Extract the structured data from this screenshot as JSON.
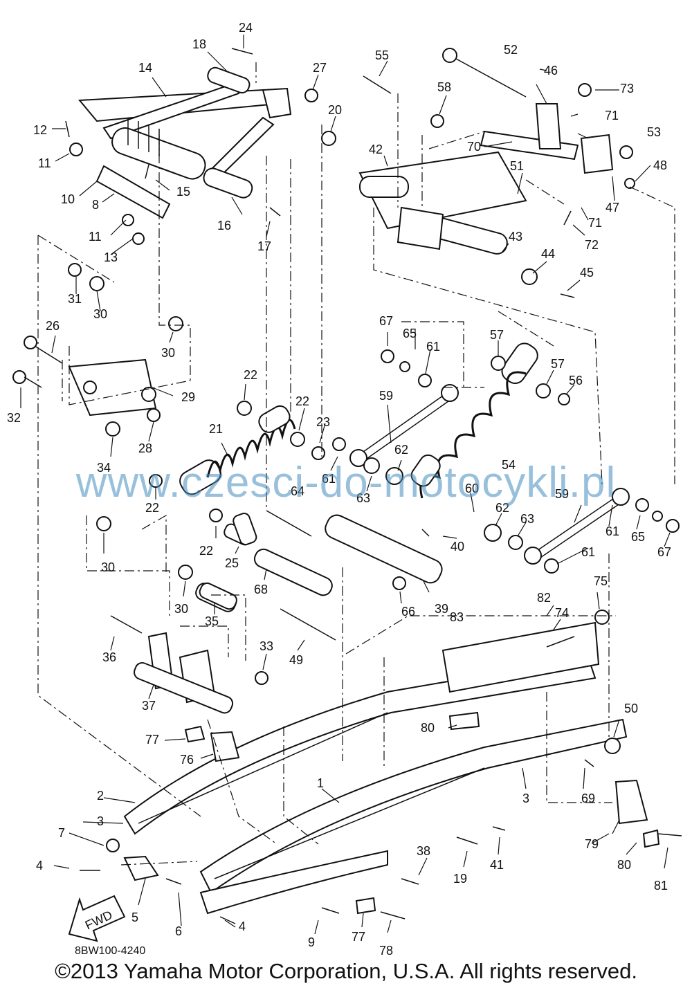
{
  "diagram": {
    "ref_code": "8BW100-4240",
    "copyright": "©2013 Yamaha Motor Corporation, U.S.A. All rights reserved.",
    "watermark": "www.czesci-do-motocykli.pl",
    "fwd_label": "FWD",
    "callouts": {
      "n1": "1",
      "n2": "2",
      "n3a": "3",
      "n3b": "3",
      "n4a": "4",
      "n4b": "4",
      "n5": "5",
      "n6": "6",
      "n7": "7",
      "n8": "8",
      "n9": "9",
      "n10": "10",
      "n11a": "11",
      "n11b": "11",
      "n12": "12",
      "n13": "13",
      "n14": "14",
      "n15": "15",
      "n16": "16",
      "n17": "17",
      "n18": "18",
      "n19": "19",
      "n20": "20",
      "n21": "21",
      "n22a": "22",
      "n22b": "22",
      "n22c": "22",
      "n22d": "22",
      "n23": "23",
      "n24": "24",
      "n25": "25",
      "n26": "26",
      "n27": "27",
      "n28": "28",
      "n29": "29",
      "n30a": "30",
      "n30b": "30",
      "n30c": "30",
      "n30d": "30",
      "n31": "31",
      "n32": "32",
      "n33": "33",
      "n34": "34",
      "n35": "35",
      "n36": "36",
      "n37": "37",
      "n38": "38",
      "n39": "39",
      "n40": "40",
      "n41": "41",
      "n42": "42",
      "n43": "43",
      "n44": "44",
      "n45": "45",
      "n46": "46",
      "n47": "47",
      "n48": "48",
      "n49": "49",
      "n50": "50",
      "n51": "51",
      "n52": "52",
      "n53": "53",
      "n54": "54",
      "n55": "55",
      "n56": "56",
      "n57a": "57",
      "n57b": "57",
      "n58": "58",
      "n59a": "59",
      "n59b": "59",
      "n60": "60",
      "n61a": "61",
      "n61b": "61",
      "n61c": "61",
      "n61d": "61",
      "n62a": "62",
      "n62b": "62",
      "n63a": "63",
      "n63b": "63",
      "n64": "64",
      "n65a": "65",
      "n65b": "65",
      "n66": "66",
      "n67a": "67",
      "n67b": "67",
      "n68": "68",
      "n69": "69",
      "n70": "70",
      "n71a": "71",
      "n71b": "71",
      "n72": "72",
      "n73": "73",
      "n74": "74",
      "n75": "75",
      "n76": "76",
      "n77a": "77",
      "n77b": "77",
      "n78": "78",
      "n79": "79",
      "n80a": "80",
      "n80b": "80",
      "n81": "81",
      "n82": "82",
      "n83": "83"
    }
  }
}
